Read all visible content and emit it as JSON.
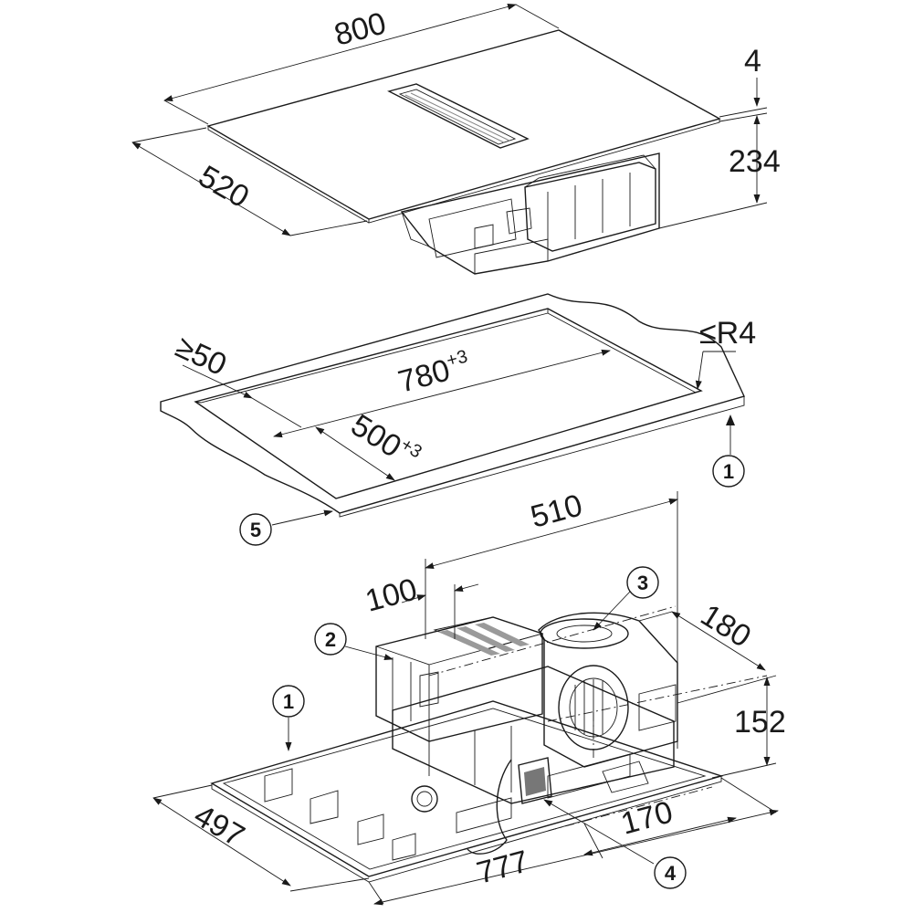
{
  "dimensions": {
    "width_800": "800",
    "depth_520": "520",
    "glass_4": "4",
    "height_234": "234",
    "min_50": "≥50",
    "radius": "≤R4",
    "cutout_width": "780",
    "cutout_width_tol": "+3",
    "cutout_depth": "500",
    "cutout_depth_tol": "+3",
    "fan_510": "510",
    "offset_100": "100",
    "fan_180": "180",
    "fan_152": "152",
    "base_497": "497",
    "base_777": "777",
    "offset_170": "170"
  },
  "callouts": {
    "c1_top": "1",
    "c5": "5",
    "c3": "3",
    "c2": "2",
    "c1_bottom": "1",
    "c4": "4"
  },
  "colors": {
    "glass": "#d4d4d4",
    "housing": "#e6e6e6",
    "countertop": "#ececec",
    "line": "#1a1a1a"
  }
}
